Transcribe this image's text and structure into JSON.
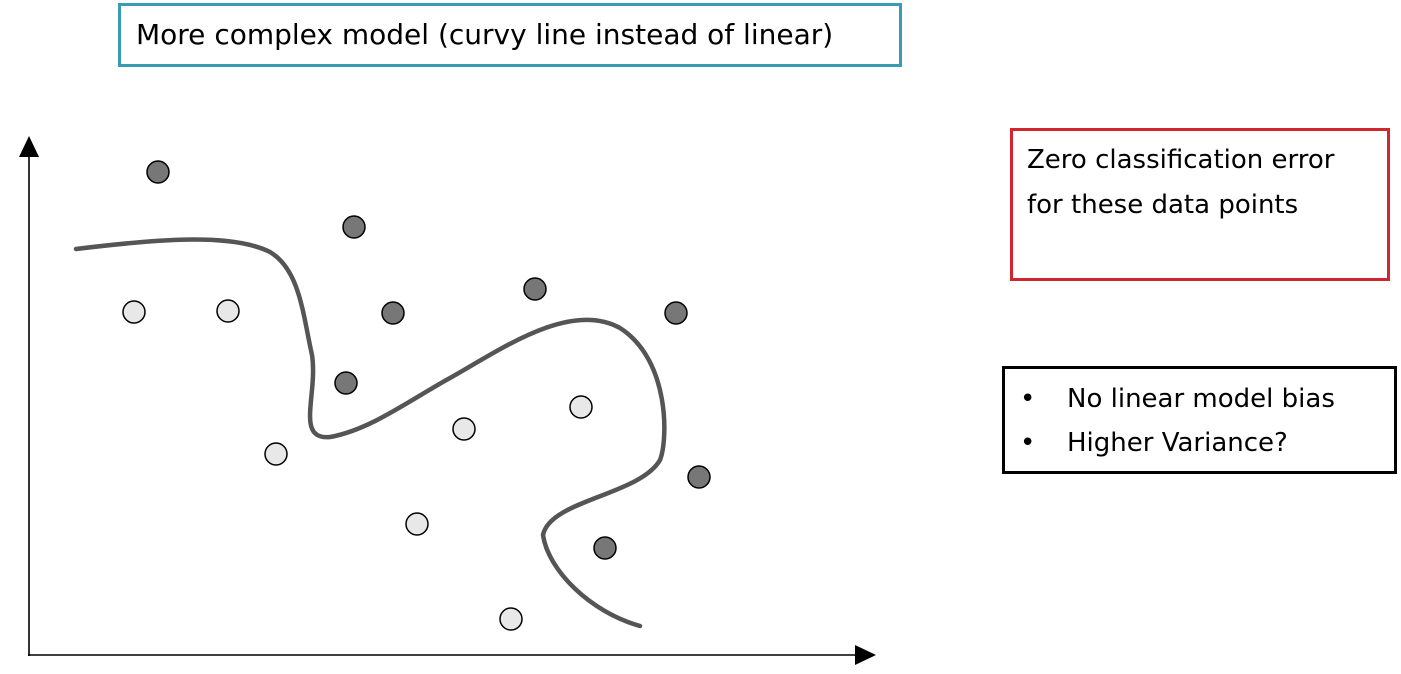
{
  "title": "More complex model (curvy line instead of linear)",
  "error_note": "Zero classification error for these data points",
  "bullets": [
    "No linear model bias",
    "Higher Variance?"
  ],
  "bullet_glyph": "•",
  "colors": {
    "title_border": "#3a9bb5",
    "error_border": "#d0262d",
    "dark_point": "#777777",
    "light_point": "#e8e8e8",
    "boundary": "#555555"
  }
}
